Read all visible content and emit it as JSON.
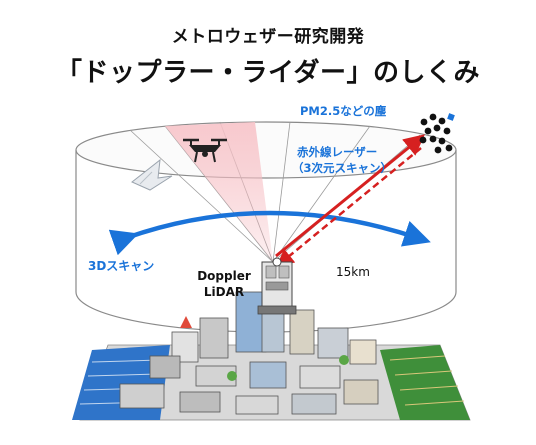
{
  "header": {
    "subtitle": "メトロウェザー研究開発",
    "title": "「ドップラー・ライダー」のしくみ"
  },
  "labels": {
    "particles": "PM2.5などの塵",
    "laser_line1": "赤外線レーザー",
    "laser_line2": "（3次元スキャン）",
    "scan": "3Dスキャン",
    "lidar_line1": "Doppler",
    "lidar_line2": "LiDAR",
    "distance": "15km"
  },
  "colors": {
    "accent_blue": "#1a73d9",
    "laser_red": "#d62020",
    "beam_pink": "#f4b6bc",
    "cylinder_edge": "#8a8a8a"
  },
  "icons": [
    "drone-icon",
    "bird-icon",
    "lidar-device-icon",
    "particle-cluster-icon",
    "city-illustration"
  ]
}
